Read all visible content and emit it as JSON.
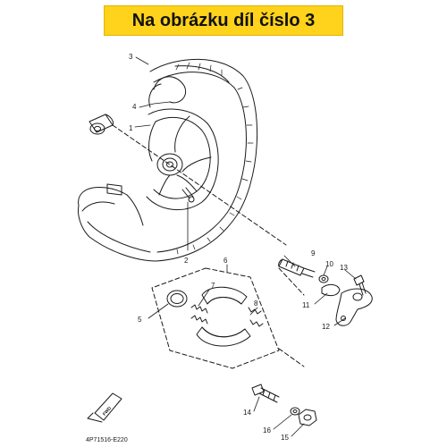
{
  "banner": {
    "text": "Na obrázku díl číslo 3"
  },
  "callouts": {
    "c1": "1",
    "c2": "2",
    "c3": "3",
    "c4": "4",
    "c5": "5",
    "c6": "6",
    "c7": "7",
    "c8": "8",
    "c9": "9",
    "c10": "10",
    "c11": "11",
    "c12": "12",
    "c13": "13",
    "c14": "14",
    "c15": "15",
    "c16": "16"
  },
  "fwd_label": "FWD",
  "diagram_code": "4P71516-E220",
  "colors": {
    "banner": "#ffd21c",
    "ink": "#1a1a1a"
  }
}
